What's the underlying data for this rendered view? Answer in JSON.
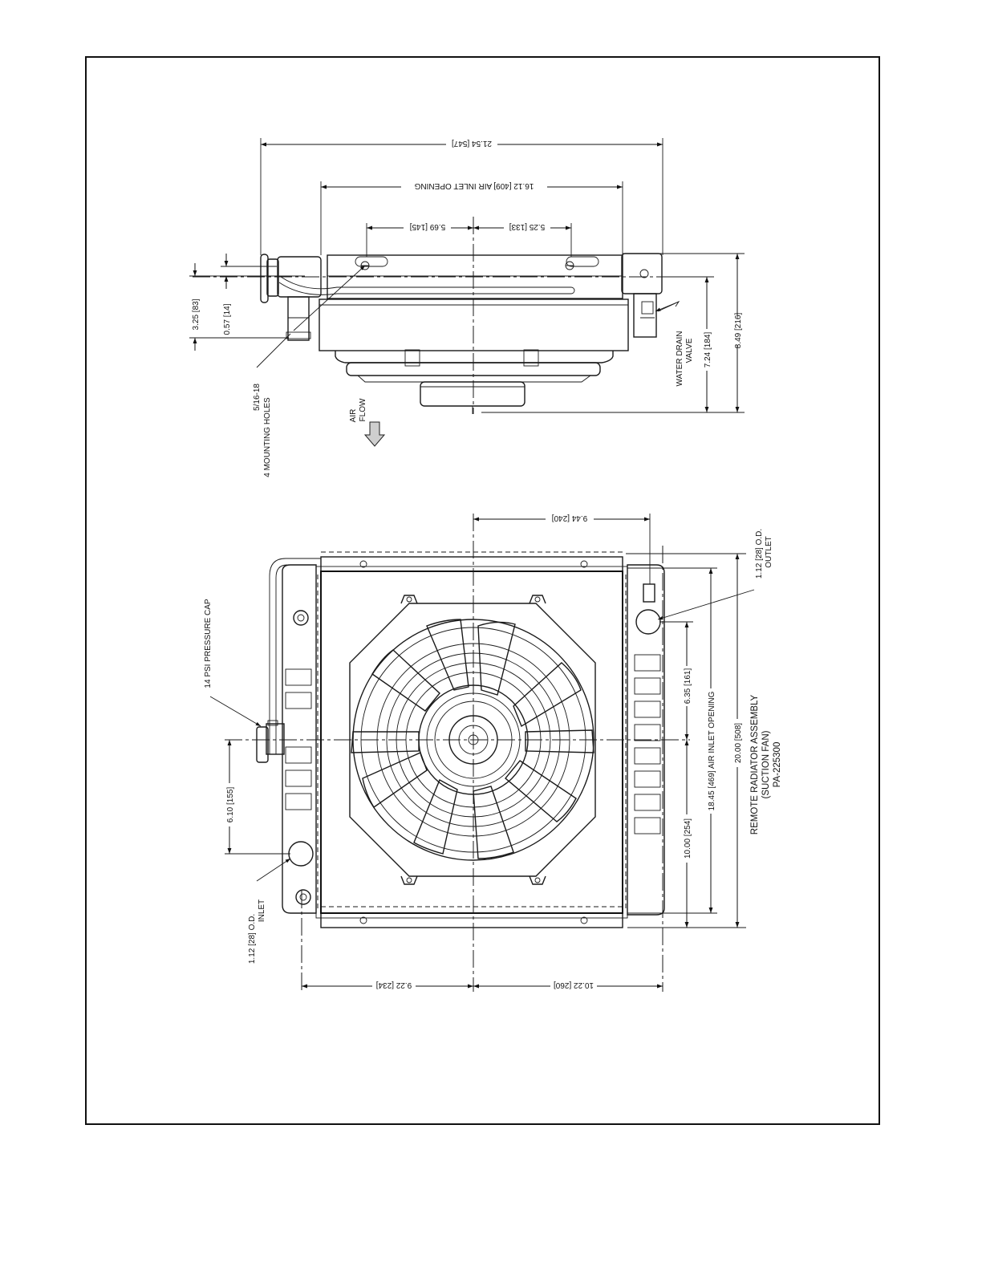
{
  "top_view": {
    "dim_overall_width": "21.54 [547]",
    "dim_air_inlet_width": "16.12 [409] AIR INLET OPENING",
    "dim_hole_left": "5.69 [145]",
    "dim_hole_right": "5.25 [133]",
    "dim_fitting_depth": "3.25 [83]",
    "dim_fitting_offset": "0.57 [14]",
    "dim_fan_depth": "7.24 [184]",
    "dim_overall_depth": "8.49 [216]",
    "label_drain_line1": "WATER DRAIN",
    "label_drain_line2": "VALVE",
    "label_holes_line1": "5/16-18",
    "label_holes_line2": "4 MOUNTING HOLES",
    "label_air_line1": "AIR",
    "label_air_line2": "FLOW"
  },
  "front_view": {
    "dim_outlet_offset": "9.44 [240]",
    "label_outlet_line1": "1.12 [28] O.D.",
    "label_outlet_line2": "OUTLET",
    "label_cap": "14 PSI PRESSURE CAP",
    "dim_cap_offset": "6.10 [155]",
    "label_inlet_line1": "1.12 [28] O.D.",
    "label_inlet_line2": "INLET",
    "dim_upper_offset": "6.35 [161]",
    "dim_lower_offset": "10.00 [254]",
    "dim_air_inlet_height": "18.45 [469] AIR INLET OPENING",
    "dim_overall_height": "20.00 [508]",
    "dim_bottom_left": "9.22 [234]",
    "dim_bottom_right": "10.22 [260]"
  },
  "title_block": {
    "line1": "REMOTE RADIATOR ASSEMBLY",
    "line2": "(SUCTION FAN)",
    "line3": "PA-225300"
  }
}
